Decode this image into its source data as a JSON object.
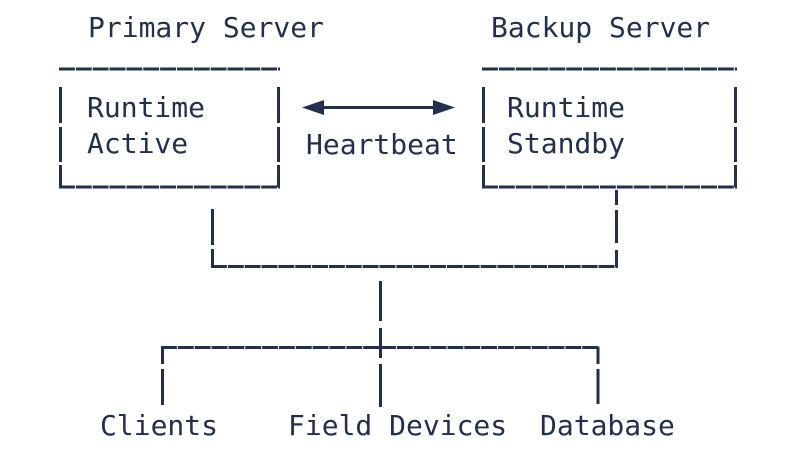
{
  "colors": {
    "ink": "#22304e",
    "background": "#ffffff"
  },
  "diagram": {
    "primary": {
      "title": "Primary Server",
      "line1": "Runtime",
      "line2": "Active"
    },
    "backup": {
      "title": "Backup Server",
      "line1": "Runtime",
      "line2": "Standby"
    },
    "link": {
      "label": "Heartbeat"
    },
    "leaves": [
      {
        "label": "Clients"
      },
      {
        "label": "Field Devices"
      },
      {
        "label": "Database"
      }
    ]
  }
}
